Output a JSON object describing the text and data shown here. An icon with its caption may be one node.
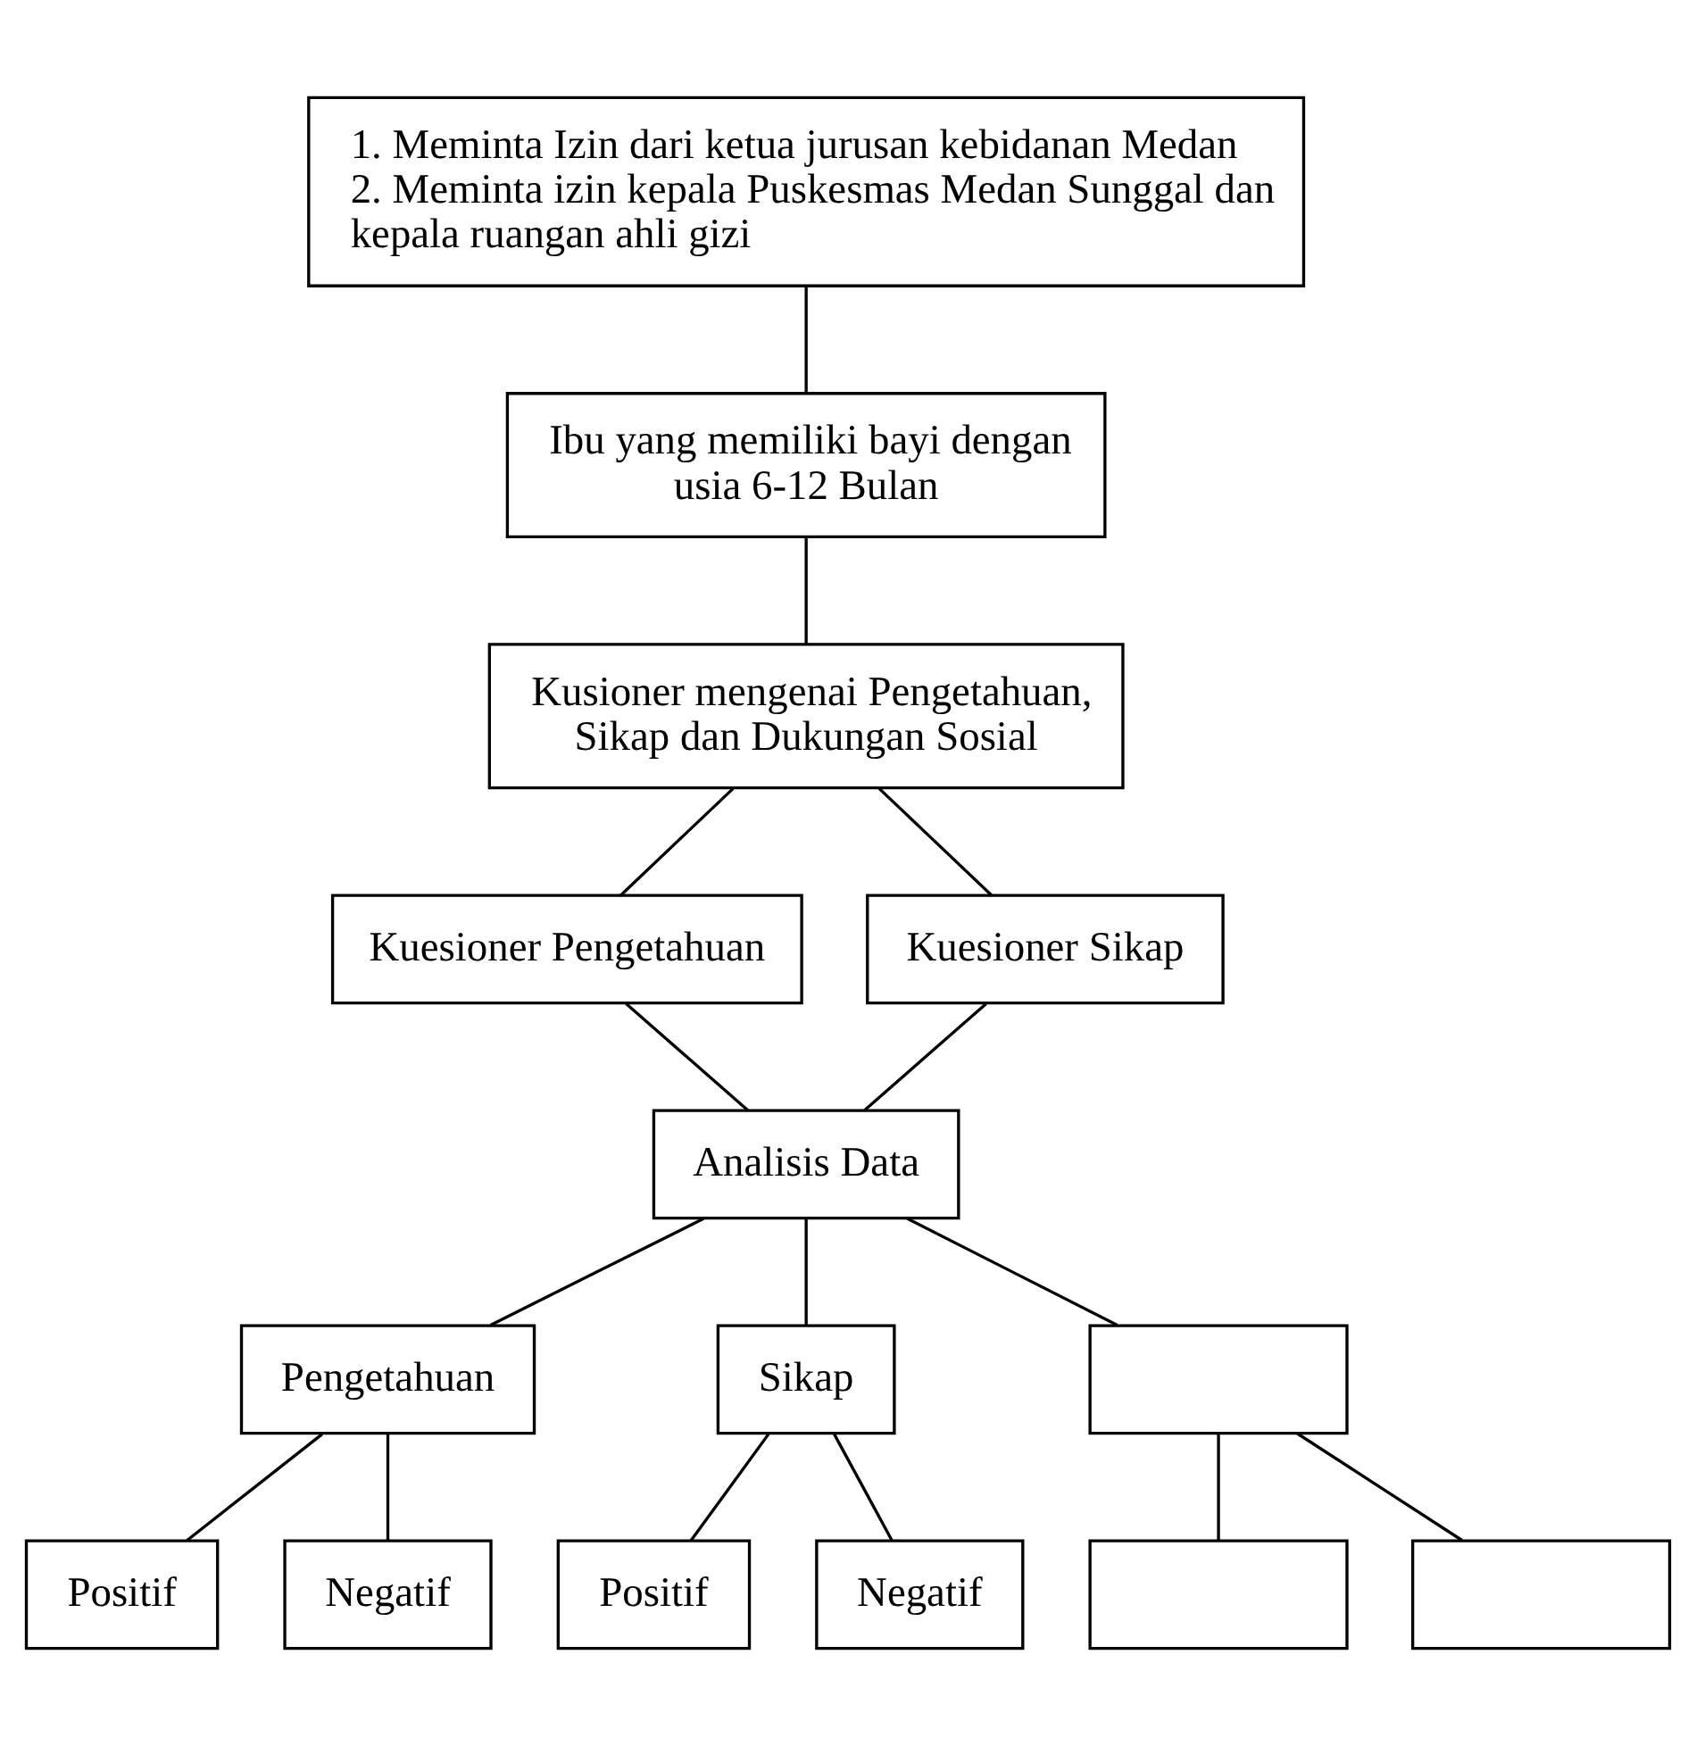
{
  "diagram": {
    "nodes": [
      {
        "text": [
          "1. Meminta Izin dari ketua jurusan kebidanan Medan",
          "2. Meminta izin kepala Puskesmas Medan Sunggal dan kepala ruangan ahli gizi"
        ]
      },
      {
        "text": [
          "Ibu yang memiliki bayi dengan usia 6-12 Bulan"
        ]
      },
      {
        "text": [
          "Kusioner mengenai Pengetahuan, Sikap dan Dukungan Sosial"
        ]
      },
      {
        "text": [
          "Kuesioner Pengetahuan"
        ]
      },
      {
        "text": [
          "Kuesioner Sikap"
        ]
      },
      {
        "text": [
          "Analisis Data"
        ]
      },
      {
        "text": [
          "Pengetahuan"
        ]
      },
      {
        "text": [
          "Sikap"
        ]
      },
      {
        "text": [],
        "shape": "box"
      },
      {
        "text": [
          "Positif"
        ]
      },
      {
        "text": [
          "Negatif"
        ]
      },
      {
        "text": [
          "Positif"
        ]
      },
      {
        "text": [
          "Negatif"
        ]
      },
      {
        "text": [],
        "shape": "box"
      },
      {
        "text": [],
        "shape": "box"
      }
    ],
    "edges": [
      {
        "from": 0,
        "to": 1,
        "arrow": "none"
      },
      {
        "from": 1,
        "to": 2,
        "arrow": "none"
      },
      {
        "from": 2,
        "to": 3,
        "arrow": "none"
      },
      {
        "from": 2,
        "to": 4,
        "arrow": "none"
      },
      {
        "from": 3,
        "to": 5,
        "arrow": "none"
      },
      {
        "from": 4,
        "to": 5,
        "arrow": "none"
      },
      {
        "from": 5,
        "to": 6,
        "arrow": "none"
      },
      {
        "from": 5,
        "to": 7,
        "arrow": "none"
      },
      {
        "from": 5,
        "to": 8,
        "arrow": "none"
      },
      {
        "from": 6,
        "to": 9,
        "arrow": "none"
      },
      {
        "from": 6,
        "to": 10,
        "arrow": "none"
      },
      {
        "from": 7,
        "to": 11,
        "arrow": "none"
      },
      {
        "from": 7,
        "to": 12,
        "arrow": "none"
      },
      {
        "from": 8,
        "to": 13,
        "arrow": "none"
      },
      {
        "from": 8,
        "to": 14,
        "arrow": "none"
      }
    ]
  }
}
